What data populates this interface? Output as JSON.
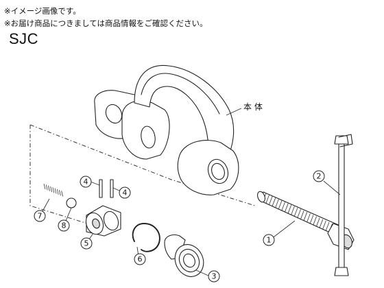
{
  "notes": {
    "line1": "※イメージ画像です。",
    "line2": "※お届け商品につきましては商品情報をご確認ください。"
  },
  "model": "SJC",
  "labels": {
    "body": "本 体"
  },
  "callouts": [
    {
      "id": "c1",
      "text": "1"
    },
    {
      "id": "c2",
      "text": "2"
    },
    {
      "id": "c3",
      "text": "3"
    },
    {
      "id": "c4a",
      "text": "4"
    },
    {
      "id": "c4b",
      "text": "4"
    },
    {
      "id": "c5",
      "text": "5"
    },
    {
      "id": "c6",
      "text": "6"
    },
    {
      "id": "c7",
      "text": "7"
    },
    {
      "id": "c8",
      "text": "8"
    }
  ]
}
